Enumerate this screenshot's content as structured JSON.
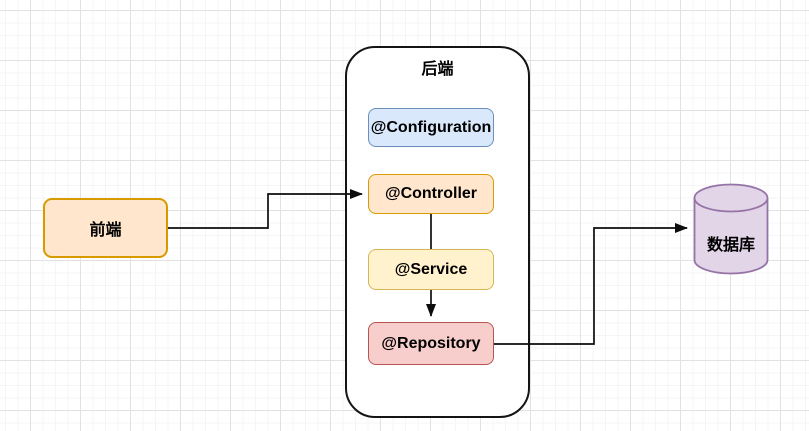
{
  "diagram": {
    "frontend": {
      "label": "前端",
      "fill": "#ffe6cc",
      "stroke": "#d79b00"
    },
    "backend": {
      "title": "后端",
      "fill": "#ffffff",
      "stroke": "#000000",
      "components": [
        {
          "id": "configuration",
          "label": "@Configuration",
          "fill": "#dae8fc",
          "stroke": "#6c8ebf"
        },
        {
          "id": "controller",
          "label": "@Controller",
          "fill": "#ffe6cc",
          "stroke": "#d79b00"
        },
        {
          "id": "service",
          "label": "@Service",
          "fill": "#fff2cc",
          "stroke": "#d6b656"
        },
        {
          "id": "repository",
          "label": "@Repository",
          "fill": "#f8cecc",
          "stroke": "#b85450"
        }
      ]
    },
    "database": {
      "label": "数据库",
      "fill": "#e1d5e7",
      "stroke": "#9673a6"
    },
    "connections": [
      {
        "from": "前端",
        "to": "@Controller",
        "arrow": true
      },
      {
        "from": "@Controller",
        "to": "@Service",
        "arrow": false
      },
      {
        "from": "@Service",
        "to": "@Repository",
        "arrow": true
      },
      {
        "from": "@Repository",
        "to": "数据库",
        "arrow": true
      }
    ],
    "edge_color": "#0d0d0d",
    "grid": {
      "minor_color": "#f5f5f5",
      "major_color": "#e2e2e2"
    }
  }
}
